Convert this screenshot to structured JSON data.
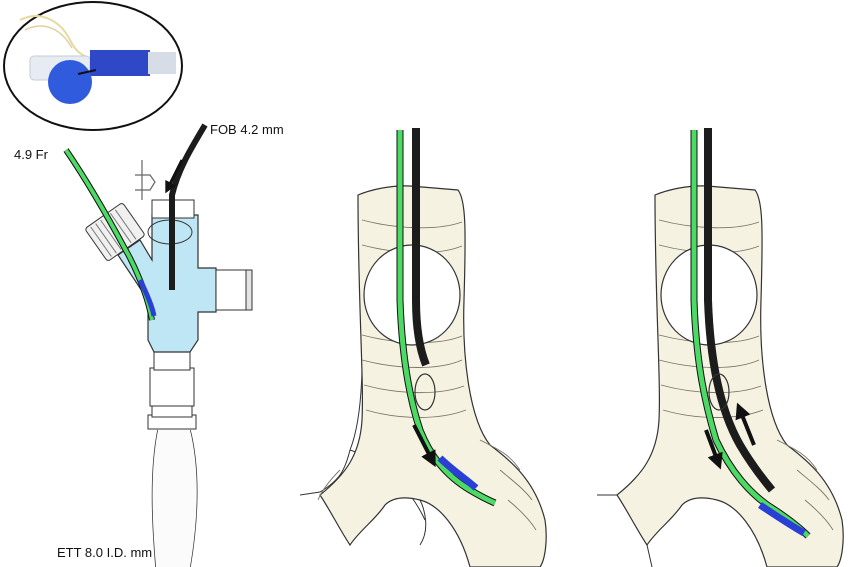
{
  "labels": {
    "catheter": "4.9 Fr",
    "scope": "FOB 4.2 mm",
    "tube": "ETT 8.0 I.D. mm"
  },
  "colors": {
    "catheter": "#4cd964",
    "scope": "#1c1c1c",
    "balloon": "#2a3fd6",
    "trachea": "#f6f2e2",
    "adapter": "#bfe6f5",
    "stopcock_cap": "#2a50e0",
    "outline": "#333333"
  },
  "icons": [
    "arrow-down-icon",
    "arrow-up-icon"
  ]
}
